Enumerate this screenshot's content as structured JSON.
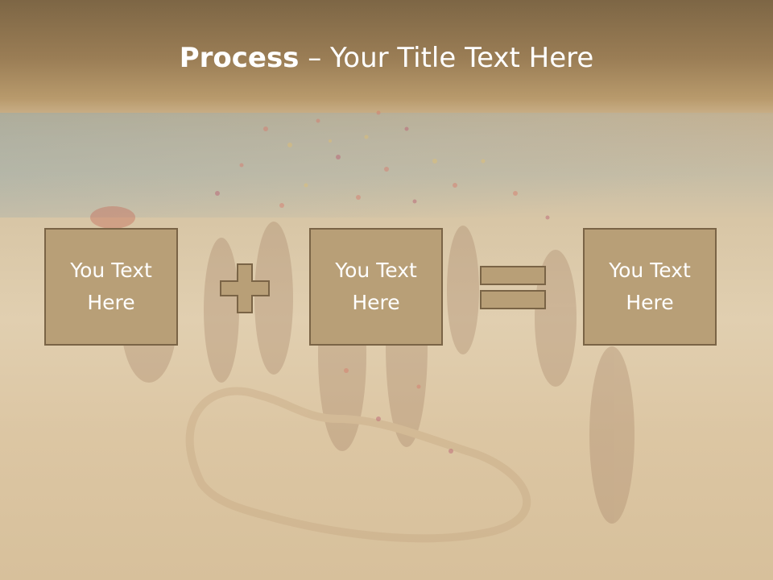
{
  "title": {
    "bold": "Process",
    "rest": " – Your Title Text Here"
  },
  "boxes": [
    {
      "label": "You Text Here"
    },
    {
      "label": "You Text Here"
    },
    {
      "label": "You Text Here"
    }
  ],
  "operators": {
    "plus": "plus-icon",
    "equals": "equals-icon"
  },
  "colors": {
    "box_fill": "#b89f77",
    "box_border": "#7a6446",
    "header": "#8a7250",
    "text": "#ffffff"
  }
}
